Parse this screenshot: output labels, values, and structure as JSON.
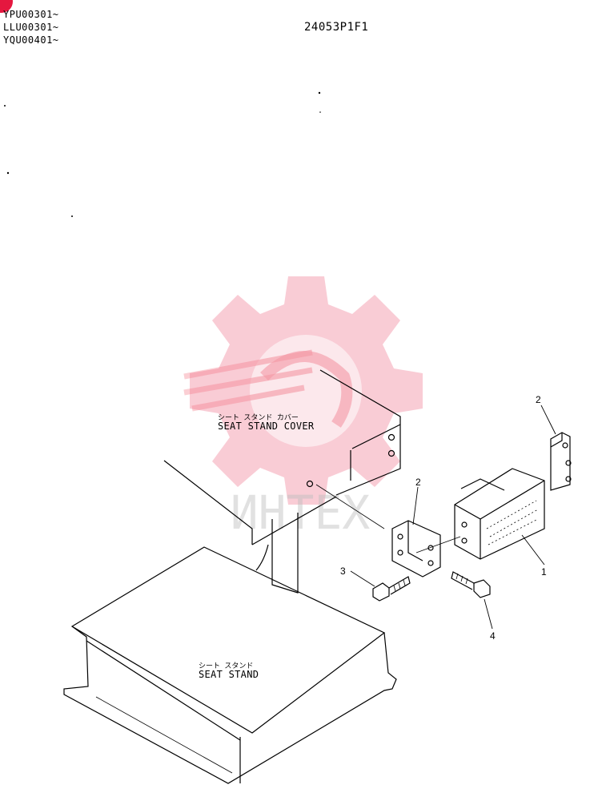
{
  "header": {
    "serials": [
      "YPU00301~",
      "LLU00301~",
      "YQU00401~"
    ],
    "figure_code": "24053P1F1"
  },
  "parts": {
    "cover": {
      "jp": "シート スタンド カバー",
      "en": "SEAT STAND COVER"
    },
    "stand": {
      "jp": "シート スタンド",
      "en": "SEAT STAND"
    }
  },
  "callouts": [
    "1",
    "2",
    "2",
    "3",
    "4"
  ],
  "watermark": {
    "text": "ИНТЕХ",
    "color": "#f26d7d"
  }
}
